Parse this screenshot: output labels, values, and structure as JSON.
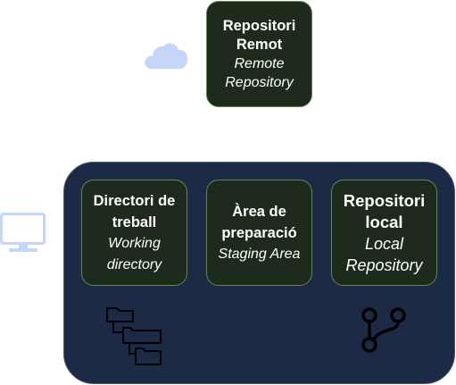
{
  "remote": {
    "title_line1": "Repositori",
    "title_line2": "Remot",
    "subtitle_line1": "Remote",
    "subtitle_line2": "Repository"
  },
  "working_directory": {
    "title_line1": "Directori de",
    "title_line2": "treball",
    "subtitle_line1": "Working",
    "subtitle_line2": "directory"
  },
  "staging_area": {
    "title_line1": "Àrea de",
    "title_line2": "preparació",
    "subtitle_line1": "Staging Area"
  },
  "local": {
    "title_line1": "Repositori",
    "title_line2": "local",
    "subtitle_line1": "Local",
    "subtitle_line2": "Repository"
  },
  "icons": {
    "cloud": "cloud-icon",
    "monitor": "monitor-icon",
    "folders": "folder-tree-icon",
    "branch": "git-branch-icon"
  },
  "colors": {
    "node_fill": "#1e2b1c",
    "node_border": "#5e8a4f",
    "container_fill": "#1c2a45",
    "icon_light_blue": "#c4d6f8"
  }
}
